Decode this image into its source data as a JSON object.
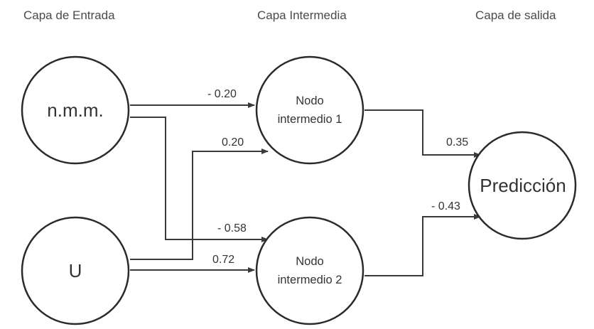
{
  "layers": {
    "input": "Capa de Entrada",
    "hidden": "Capa Intermedia",
    "output": "Capa de salida"
  },
  "nodes": {
    "nmm": "n.m.m.",
    "u": "U",
    "hidden1": [
      "Nodo",
      "intermedio 1"
    ],
    "hidden2": [
      "Nodo",
      "intermedio 2"
    ],
    "prediction": "Predicción"
  },
  "weights": {
    "nmm_to_h1": "- 0.20",
    "u_to_h1": "0.20",
    "nmm_to_h2": "- 0.58",
    "u_to_h2": "0.72",
    "h1_to_out": "0.35",
    "h2_to_out": "- 0.43"
  },
  "colors": {
    "stroke": "#2b2b2b",
    "text": "#333333"
  }
}
